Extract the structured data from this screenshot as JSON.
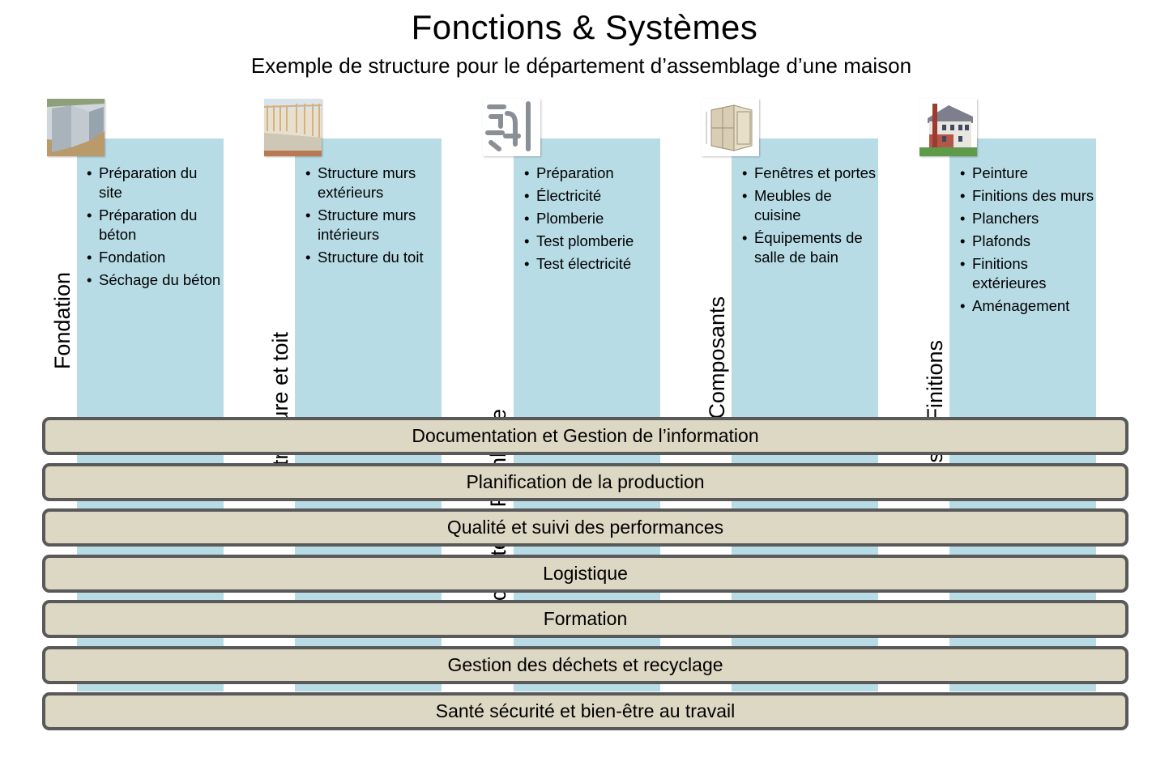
{
  "header": {
    "title": "Fonctions & Systèmes",
    "subtitle": "Exemple de structure pour le département d’assemblage d’une maison"
  },
  "colors": {
    "column_fill": "#b8dce6",
    "bar_fill": "#ddd8c4",
    "bar_border": "#595959"
  },
  "columns": [
    {
      "label": "Fondation",
      "image": "foundation-photo",
      "items": [
        "Préparation du site",
        "Préparation du béton",
        "Fondation",
        "Séchage du béton"
      ]
    },
    {
      "label": "Structure et toit",
      "image": "wood-frame-photo",
      "items": [
        "Structure murs extérieurs",
        "Structure murs intérieurs",
        "Structure du toit"
      ]
    },
    {
      "label": "Électricité et Plomberie",
      "image": "pipes-photo",
      "items": [
        "Préparation",
        "Électricité",
        "Plomberie",
        "Test plomberie",
        "Test électricité"
      ]
    },
    {
      "label": "Composants",
      "image": "cabinet-drawing",
      "items": [
        "Fenêtres et portes",
        "Meubles de cuisine",
        "Équipements de salle de bain"
      ]
    },
    {
      "label": "Murs et Finitions",
      "image": "house-photo",
      "items": [
        "Peinture",
        "Finitions des murs",
        "Planchers",
        "Plafonds",
        "Finitions extérieures",
        "Aménagement"
      ]
    }
  ],
  "bars": [
    "Documentation et Gestion de l’information",
    "Planification de la production",
    "Qualité et suivi des performances",
    "Logistique",
    "Formation",
    "Gestion des déchets et recyclage",
    "Santé sécurité et bien-être au travail"
  ]
}
